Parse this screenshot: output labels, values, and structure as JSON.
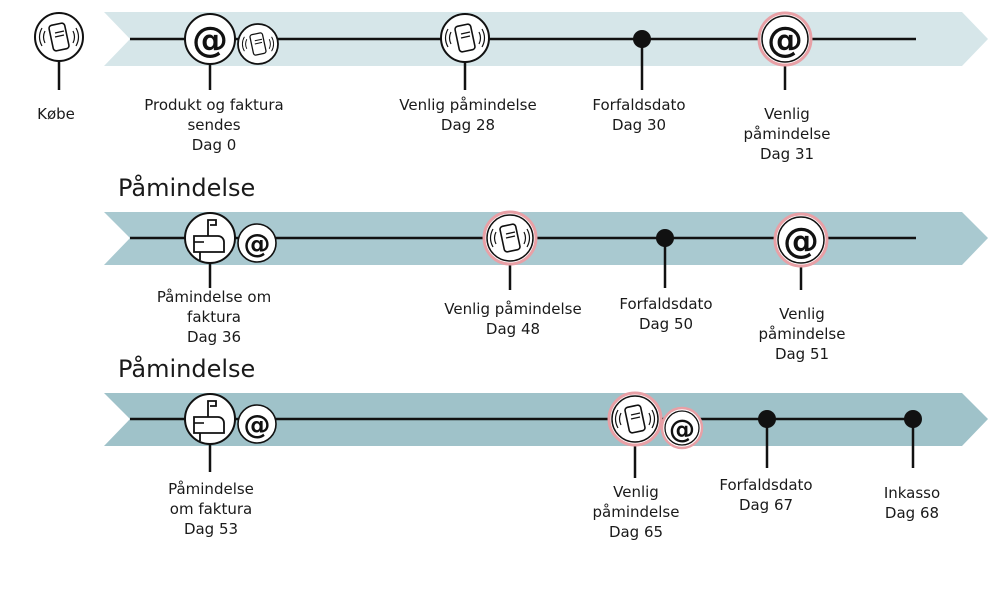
{
  "colors": {
    "band_1": "#d6e6e9",
    "band_2": "#a9c9d0",
    "band_3": "#9fc2c9",
    "line": "#111111",
    "highlight_ring": "#e8a0a6",
    "icon_fill": "#ffffff"
  },
  "start": {
    "label": "Købe"
  },
  "rows": [
    {
      "title": "",
      "events": [
        {
          "icons": [
            "at-icon",
            "phone-icon"
          ],
          "label": "Produkt og faktura sendes",
          "day": "Dag 0"
        },
        {
          "icons": [
            "phone-icon"
          ],
          "label": "Venlig påmindelse",
          "day": "Dag 28"
        },
        {
          "icons": [
            "dot"
          ],
          "label": "Forfaldsdato",
          "day": "Dag 30"
        },
        {
          "icons": [
            "at-icon"
          ],
          "highlight": true,
          "label": "Venlig påmindelse",
          "day": "Dag 31"
        }
      ]
    },
    {
      "title": "Påmindelse",
      "events": [
        {
          "icons": [
            "mailbox-icon",
            "at-icon"
          ],
          "label": "Påmindelse om faktura",
          "day": "Dag 36"
        },
        {
          "icons": [
            "phone-icon"
          ],
          "highlight": true,
          "label": "Venlig påmindelse",
          "day": "Dag 48"
        },
        {
          "icons": [
            "dot"
          ],
          "label": "Forfaldsdato",
          "day": "Dag 50"
        },
        {
          "icons": [
            "at-icon"
          ],
          "highlight": true,
          "label": "Venlig påmindelse",
          "day": "Dag 51"
        }
      ]
    },
    {
      "title": "Påmindelse",
      "events": [
        {
          "icons": [
            "mailbox-icon",
            "at-icon"
          ],
          "label": "Påmindelse om faktura",
          "day": "Dag 53"
        },
        {
          "icons": [
            "phone-icon",
            "at-icon"
          ],
          "highlight": true,
          "label": "Venlig påmindelse",
          "day": "Dag 65"
        },
        {
          "icons": [
            "dot"
          ],
          "label": "Forfaldsdato",
          "day": "Dag 67"
        },
        {
          "icons": [
            "dot"
          ],
          "label": "Inkasso",
          "day": "Dag 68"
        }
      ]
    }
  ]
}
